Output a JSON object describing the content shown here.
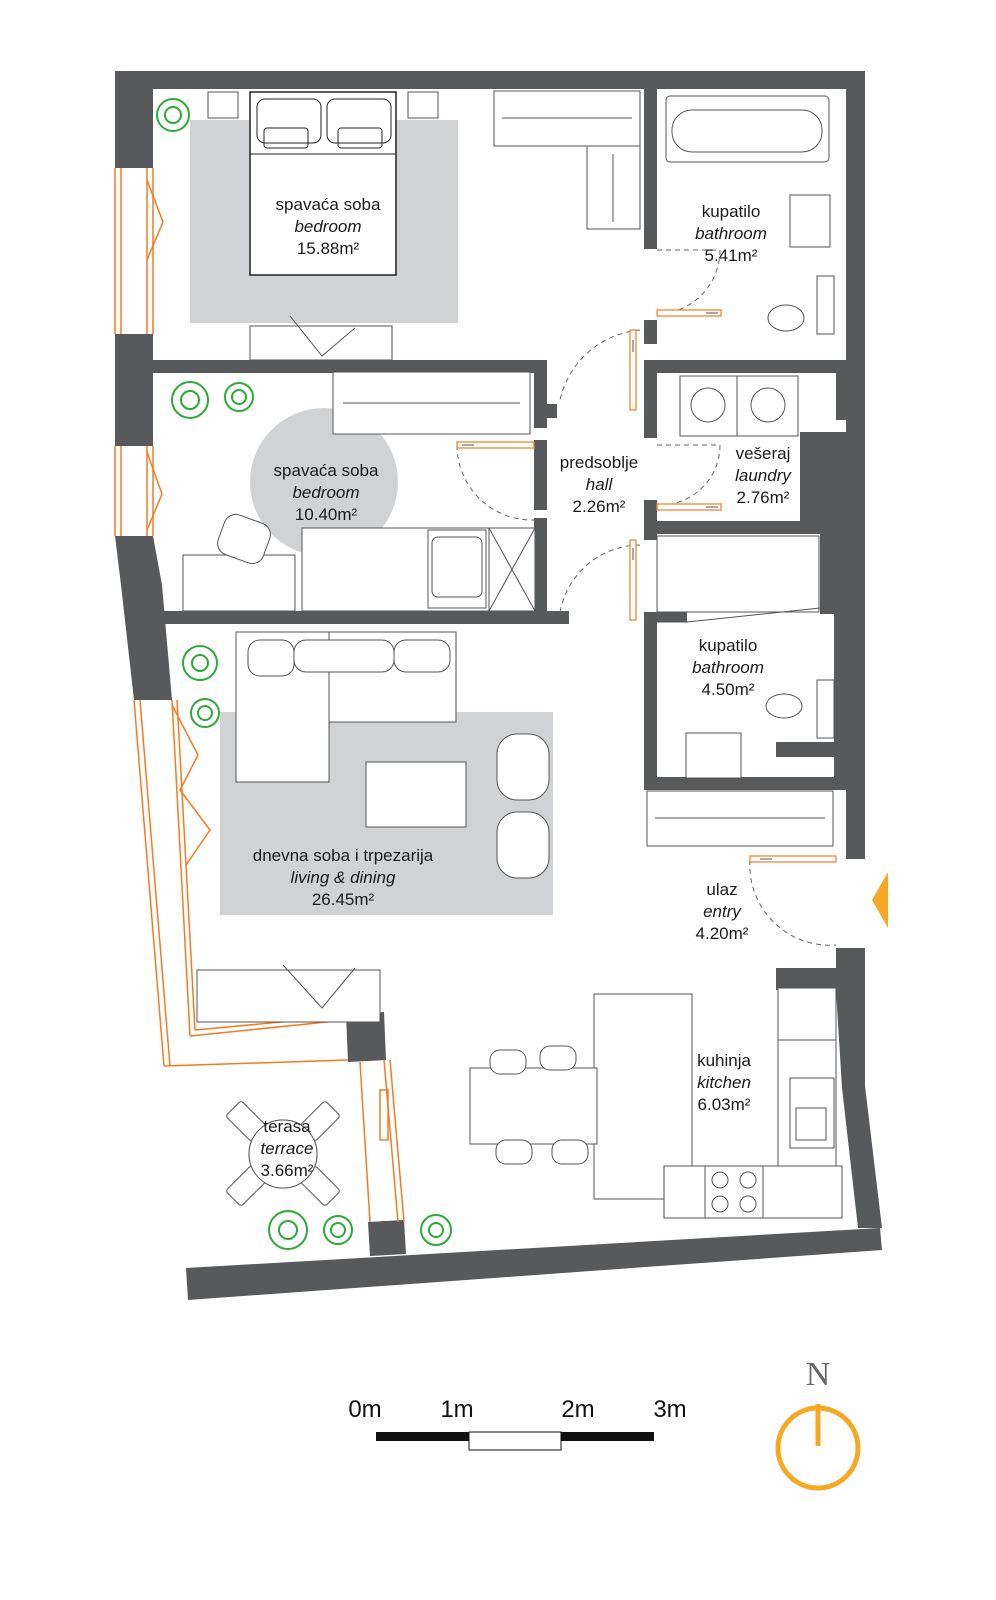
{
  "rooms": {
    "bedroom1": {
      "name": "spavaća soba",
      "name_en": "bedroom",
      "area": "15.88m²"
    },
    "bathroom1": {
      "name": "kupatilo",
      "name_en": "bathroom",
      "area": "5.41m²"
    },
    "bedroom2": {
      "name": "spavaća soba",
      "name_en": "bedroom",
      "area": "10.40m²"
    },
    "hall": {
      "name": "predsoblje",
      "name_en": "hall",
      "area": "2.26m²"
    },
    "laundry": {
      "name": "vešeraj",
      "name_en": "laundry",
      "area": "2.76m²"
    },
    "bathroom2": {
      "name": "kupatilo",
      "name_en": "bathroom",
      "area": "4.50m²"
    },
    "living": {
      "name": "dnevna soba i trpezarija",
      "name_en": "living & dining",
      "area": "26.45m²"
    },
    "entry": {
      "name": "ulaz",
      "name_en": "entry",
      "area": "4.20m²"
    },
    "kitchen": {
      "name": "kuhinja",
      "name_en": "kitchen",
      "area": "6.03m²"
    },
    "terrace": {
      "name": "terasa",
      "name_en": "terrace",
      "area": "3.66m²"
    }
  },
  "scale": {
    "m0": "0m",
    "m1": "1m",
    "m2": "2m",
    "m3": "3m"
  },
  "north": {
    "label": "N"
  },
  "colors": {
    "wall": "#58595b",
    "accent": "#f7a823",
    "window": "#f47b20",
    "rug": "#d1d2d4",
    "plant": "#2ea836"
  }
}
